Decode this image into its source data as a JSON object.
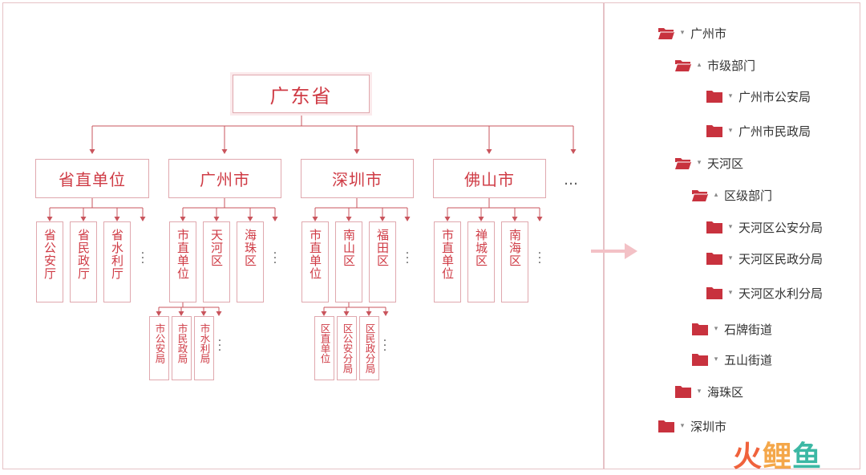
{
  "org_chart": {
    "root": "广东省",
    "level1": [
      {
        "label": "省直单位",
        "children": [
          "省公安厅",
          "省民政厅",
          "省水利厅"
        ]
      },
      {
        "label": "广州市",
        "children": [
          "市直单位",
          "天河区",
          "海珠区"
        ],
        "sub_children": [
          "市公安局",
          "市民政局",
          "市水利局"
        ]
      },
      {
        "label": "深圳市",
        "children": [
          "市直单位",
          "南山区",
          "福田区"
        ],
        "sub_children": [
          "区直单位",
          "区公安分局",
          "区民政分局"
        ]
      },
      {
        "label": "佛山市",
        "children": [
          "市直单位",
          "禅城区",
          "南海区"
        ]
      }
    ],
    "ellipsis_h": "…",
    "ellipsis_v": "⋮"
  },
  "tree": [
    {
      "label": "广州市",
      "state": "open",
      "toggle": "▾"
    },
    {
      "label": "市级部门",
      "state": "open",
      "toggle": "▴"
    },
    {
      "label": "广州市公安局",
      "state": "closed",
      "toggle": "▾"
    },
    {
      "label": "广州市民政局",
      "state": "closed",
      "toggle": "▾"
    },
    {
      "label": "天河区",
      "state": "open",
      "toggle": "▾"
    },
    {
      "label": "区级部门",
      "state": "open",
      "toggle": "▴"
    },
    {
      "label": "天河区公安分局",
      "state": "closed",
      "toggle": "▾"
    },
    {
      "label": "天河区民政分局",
      "state": "closed",
      "toggle": "▾"
    },
    {
      "label": "天河区水利分局",
      "state": "closed",
      "toggle": "▾"
    },
    {
      "label": "石牌街道",
      "state": "closed",
      "toggle": "▾"
    },
    {
      "label": "五山街道",
      "state": "closed",
      "toggle": "▾"
    },
    {
      "label": "海珠区",
      "state": "closed",
      "toggle": "▾"
    },
    {
      "label": "深圳市",
      "state": "closed",
      "toggle": "▾"
    }
  ],
  "watermark": {
    "part1": "火",
    "part2": "鲤",
    "part3": "鱼"
  },
  "colors": {
    "accent": "#cf3b45",
    "border": "#e0a8ae",
    "line": "#c9545c",
    "folder": "#c8323e",
    "arrow": "#f3c1c6"
  }
}
